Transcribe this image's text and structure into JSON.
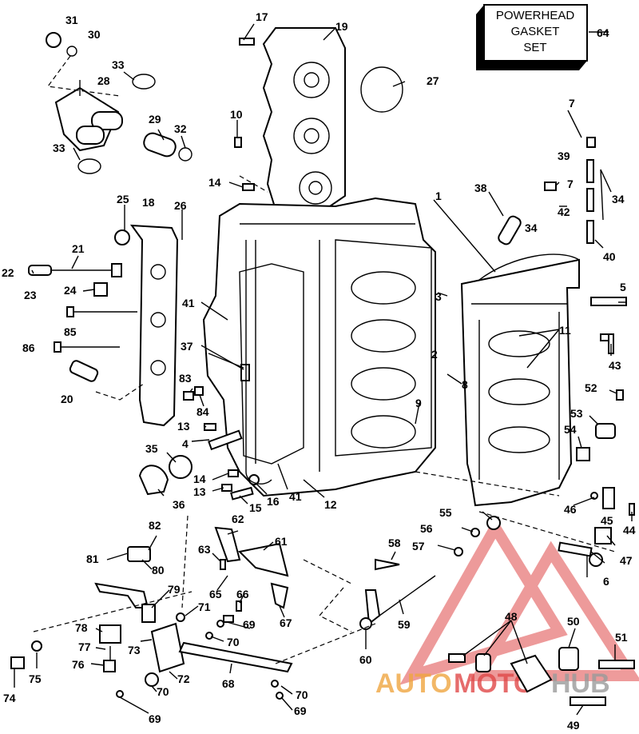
{
  "gasket_box": {
    "lines": [
      "POWERHEAD",
      "GASKET",
      "SET"
    ],
    "number": "64"
  },
  "watermark": {
    "part1": "AUTO",
    "part2": "MOTO",
    "part3": "HUB",
    "colors": {
      "orange": "#f0a640",
      "red": "#e04848",
      "gray": "#9a9a9a"
    }
  },
  "labels": [
    "1",
    "2",
    "3",
    "4",
    "5",
    "6",
    "7",
    "7",
    "8",
    "9",
    "10",
    "11",
    "12",
    "13",
    "13",
    "14",
    "14",
    "15",
    "16",
    "17",
    "18",
    "19",
    "20",
    "21",
    "22",
    "23",
    "24",
    "25",
    "26",
    "27",
    "28",
    "29",
    "30",
    "31",
    "32",
    "33",
    "33",
    "34",
    "34",
    "35",
    "36",
    "37",
    "38",
    "39",
    "40",
    "41",
    "41",
    "42",
    "43",
    "44",
    "45",
    "46",
    "47",
    "48",
    "49",
    "50",
    "51",
    "52",
    "53",
    "54",
    "55",
    "56",
    "57",
    "58",
    "59",
    "60",
    "61",
    "62",
    "63",
    "65",
    "66",
    "67",
    "68",
    "69",
    "69",
    "69",
    "70",
    "70",
    "70",
    "71",
    "72",
    "73",
    "74",
    "75",
    "76",
    "77",
    "78",
    "79",
    "80",
    "81",
    "82",
    "83",
    "84",
    "85",
    "86"
  ]
}
